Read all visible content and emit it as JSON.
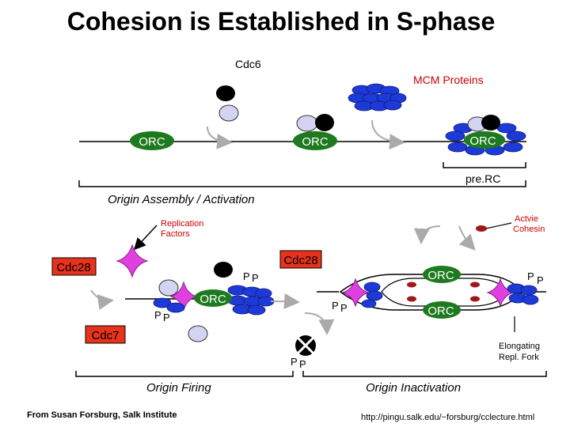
{
  "title": "Cohesion is Established in S-phase",
  "labels": {
    "cdc6": "Cdc6",
    "mcm": "MCM Proteins",
    "orc": "ORC",
    "pre_rc": "pre.RC",
    "origin_assembly": "Origin Assembly / Activation",
    "replication_factors_1": "Replication",
    "replication_factors_2": "Factors",
    "active_cohesin_1": "Actvie",
    "active_cohesin_2": "Cohesin",
    "cdc28": "Cdc28",
    "cdc7": "Cdc7",
    "p": "P",
    "elongating_1": "Elongating",
    "elongating_2": "Repl. Fork",
    "origin_firing": "Origin Firing",
    "origin_inactivation": "Origin Inactivation",
    "credit": "From Susan Forsburg, Salk Institute",
    "url": "http://pingu.salk.edu/~forsburg/cclecture.html"
  },
  "colors": {
    "title": "#000000",
    "red_text": "#cc0000",
    "kinase_box": "#e8331c",
    "cdc6_protein": "#000000",
    "lavender_protein": "#d4d4f2",
    "mcm_blue": "#1e3ad6",
    "orc_green": "#1e7a1e",
    "replication_factor": "#e040e0",
    "cohesin_red": "#a01818"
  }
}
